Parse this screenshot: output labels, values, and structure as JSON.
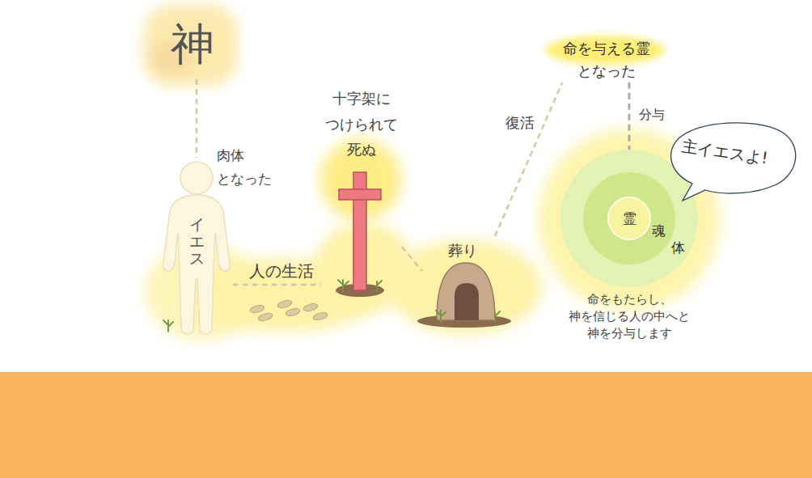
{
  "diagram": {
    "nodes": [
      {
        "text": [
          "神"
        ]
      },
      {
        "text": [
          "イエス"
        ]
      },
      {
        "text": [
          "十字架に つけられて 死ぬ"
        ]
      },
      {
        "text": [
          "葬り"
        ]
      },
      {
        "text": [
          "命を与える霊 となった"
        ]
      },
      {
        "text": [
          "体"
        ]
      },
      {
        "text": [
          "魂"
        ],
        "in": 5
      },
      {
        "text": [
          "霊"
        ],
        "in": 6
      },
      {
        "text": [
          "主イエスよ!"
        ]
      }
    ],
    "edges": [
      {
        "from": 0,
        "to": 1,
        "label": "肉体 となった",
        "arrow": "none"
      },
      {
        "from": 1,
        "to": 2,
        "label": "人の生活",
        "arrow": "none"
      },
      {
        "from": 2,
        "to": 3,
        "arrow": "none"
      },
      {
        "from": 3,
        "to": 4,
        "label": "復活",
        "arrow": "none"
      },
      {
        "from": 4,
        "to": 7,
        "label": "分与",
        "arrow": "to"
      }
    ],
    "labels": [
      "命をもたらし、 神を信じる人の中へと 神を分与します"
    ]
  }
}
